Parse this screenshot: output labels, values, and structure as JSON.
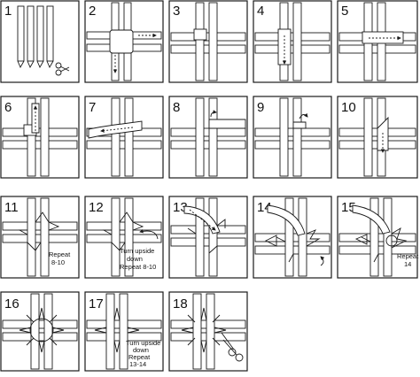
{
  "panels": [
    {
      "number": "1"
    },
    {
      "number": "2"
    },
    {
      "number": "3"
    },
    {
      "number": "4"
    },
    {
      "number": "5"
    },
    {
      "number": "6"
    },
    {
      "number": "7"
    },
    {
      "number": "8"
    },
    {
      "number": "9"
    },
    {
      "number": "10"
    },
    {
      "number": "11",
      "note": [
        "Repeat",
        "8-10"
      ]
    },
    {
      "number": "12",
      "note": [
        "Turn upside",
        "down",
        "Repeat 8-10"
      ]
    },
    {
      "number": "13"
    },
    {
      "number": "14"
    },
    {
      "number": "15",
      "note": [
        "Repeat",
        "14"
      ]
    },
    {
      "number": "16"
    },
    {
      "number": "17",
      "note": [
        "Turn upside",
        "down",
        "Repeat",
        "13-14"
      ]
    },
    {
      "number": "18"
    }
  ]
}
